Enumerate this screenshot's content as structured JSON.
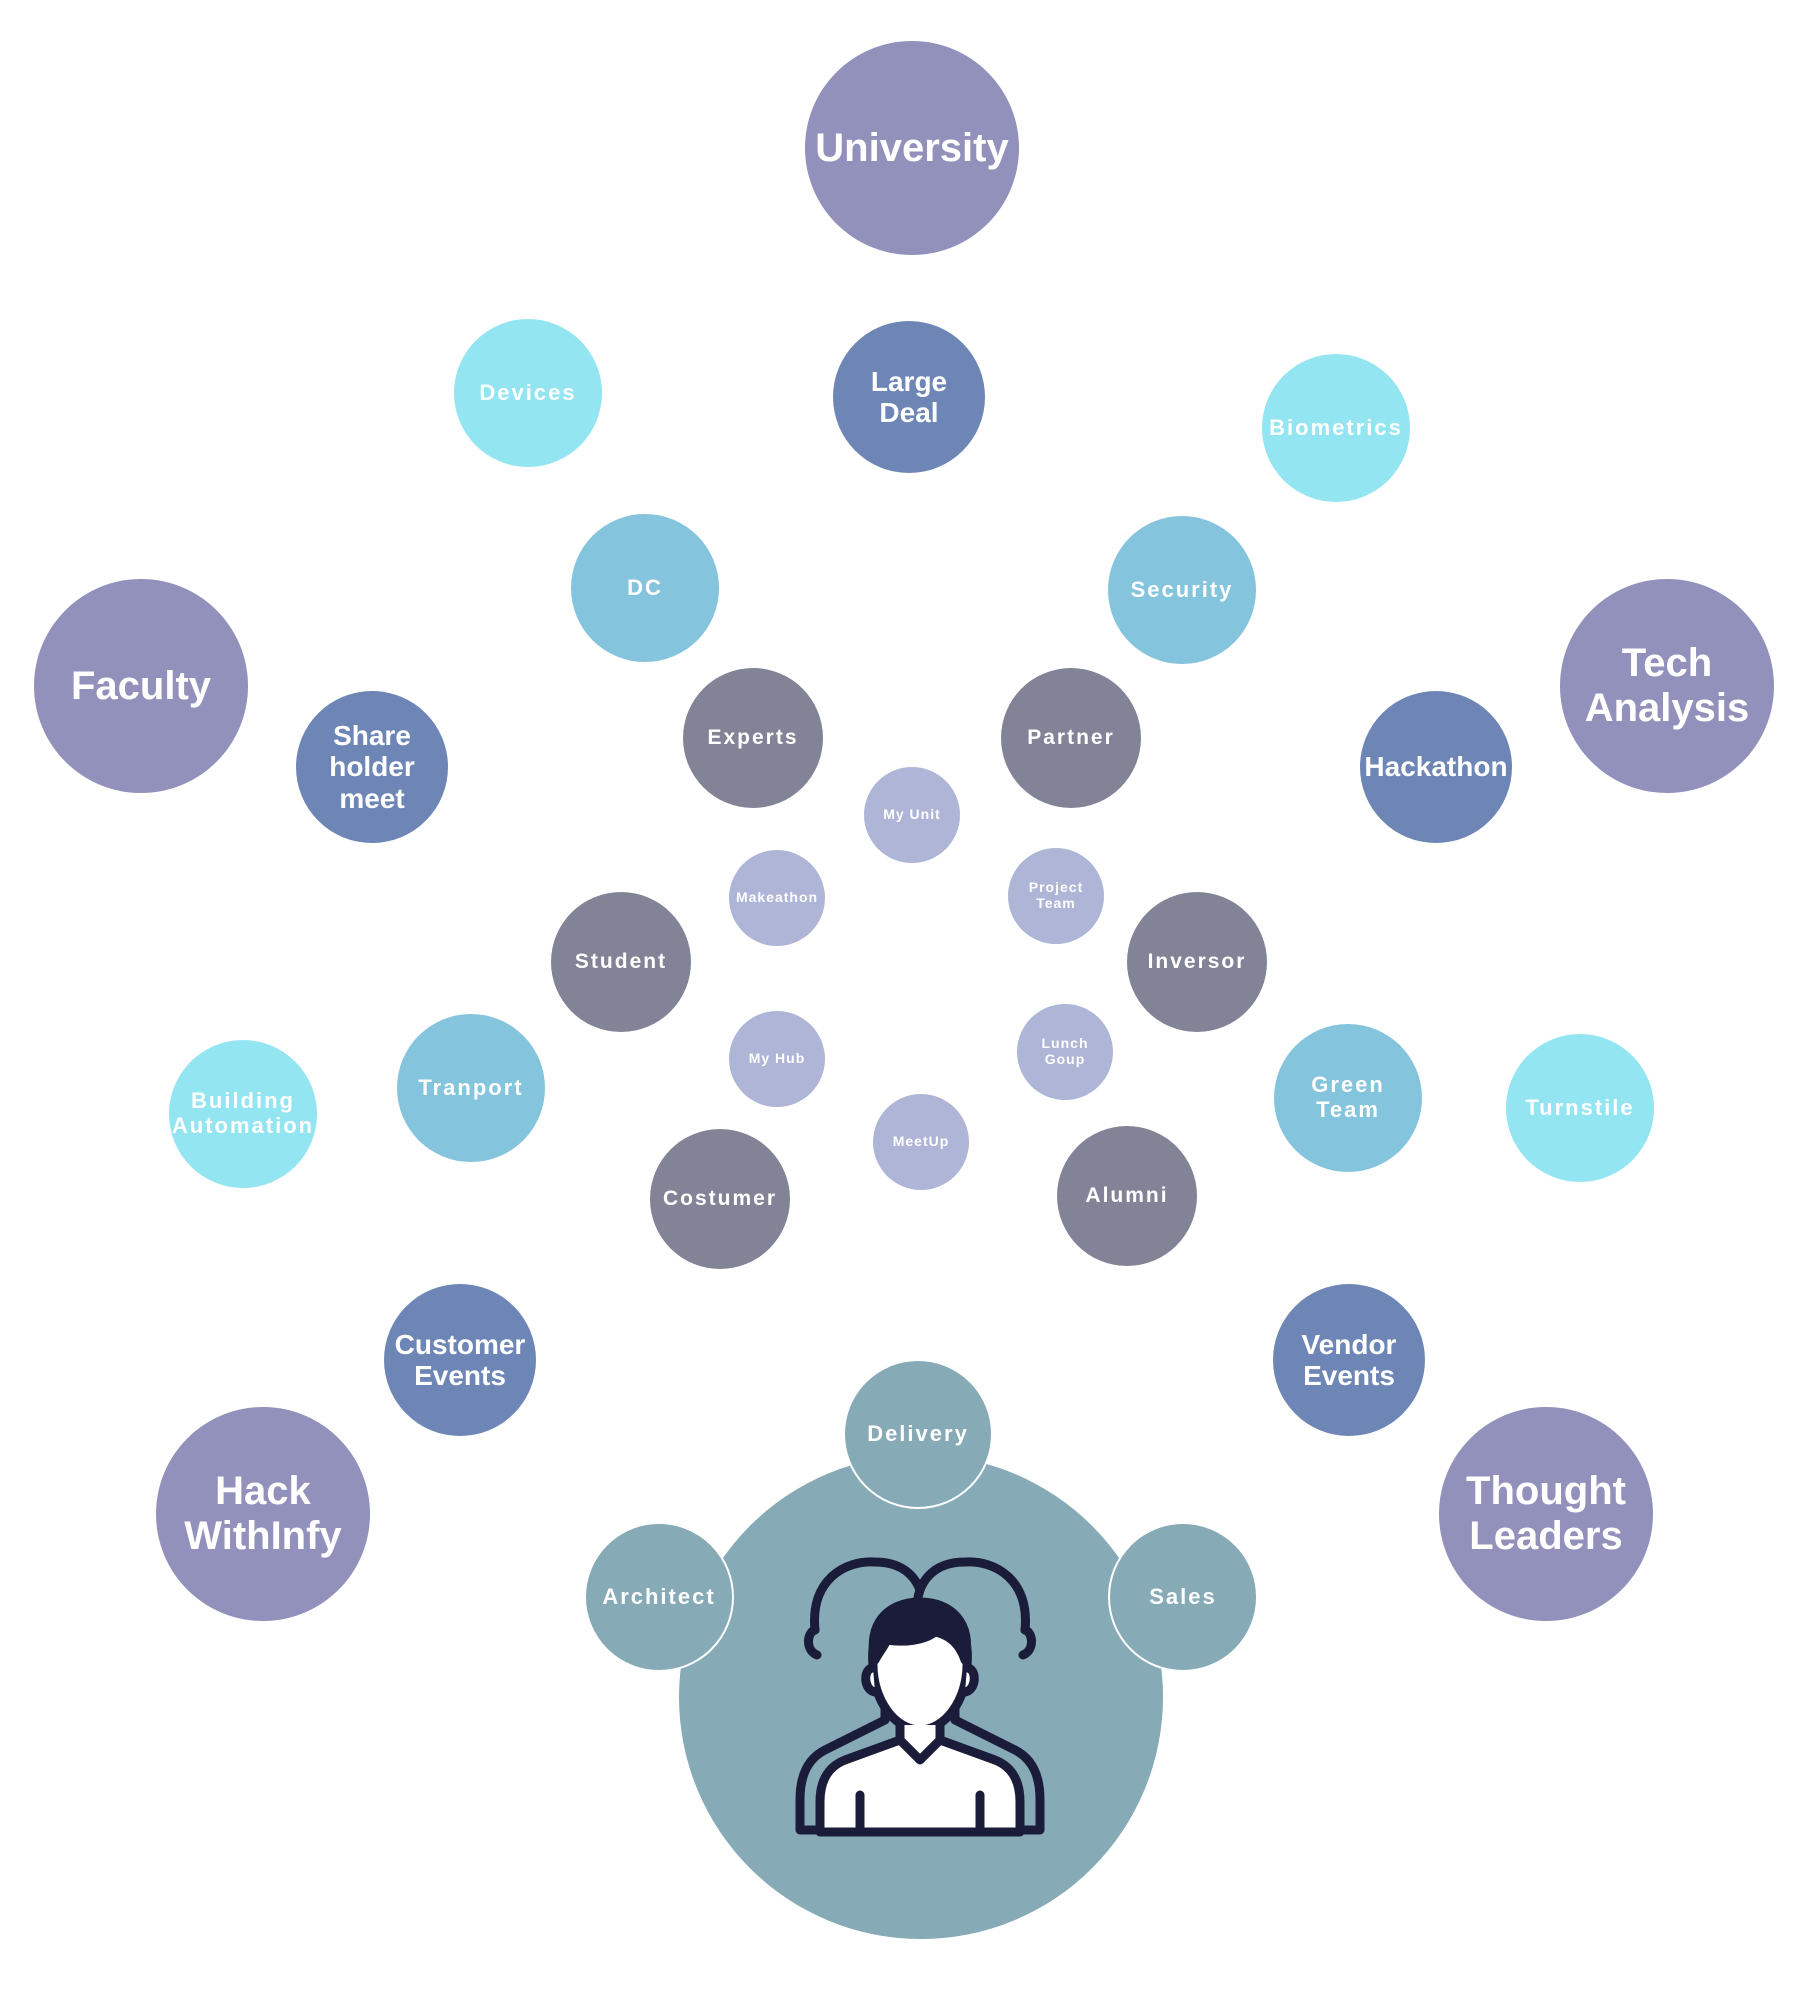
{
  "diagram": {
    "hub": {
      "icon": "people-group-icon"
    },
    "nodes": [
      {
        "id": "university",
        "label": "University",
        "tier": "purple"
      },
      {
        "id": "faculty",
        "label": "Faculty",
        "tier": "purple"
      },
      {
        "id": "tech-analysis",
        "label": "Tech\nAnalysis",
        "tier": "purple"
      },
      {
        "id": "hack-withinfy",
        "label": "Hack\nWithInfy",
        "tier": "purple"
      },
      {
        "id": "thought-leaders",
        "label": "Thought\nLeaders",
        "tier": "purple"
      },
      {
        "id": "large-deal",
        "label": "Large\nDeal",
        "tier": "navy"
      },
      {
        "id": "share-holder-meet",
        "label": "Share\nholder\nmeet",
        "tier": "navy"
      },
      {
        "id": "hackathon",
        "label": "Hackathon",
        "tier": "navy"
      },
      {
        "id": "customer-events",
        "label": "Customer\nEvents",
        "tier": "navy"
      },
      {
        "id": "vendor-events",
        "label": "Vendor\nEvents",
        "tier": "navy"
      },
      {
        "id": "devices",
        "label": "Devices",
        "tier": "cyan"
      },
      {
        "id": "biometrics",
        "label": "Biometrics",
        "tier": "cyan"
      },
      {
        "id": "building-automation",
        "label": "Building\nAutomation",
        "tier": "cyan"
      },
      {
        "id": "turnstile",
        "label": "Turnstile",
        "tier": "cyan"
      },
      {
        "id": "dc",
        "label": "DC",
        "tier": "sky"
      },
      {
        "id": "security",
        "label": "Security",
        "tier": "sky"
      },
      {
        "id": "tranport",
        "label": "Tranport",
        "tier": "sky"
      },
      {
        "id": "green-team",
        "label": "Green\nTeam",
        "tier": "sky"
      },
      {
        "id": "experts",
        "label": "Experts",
        "tier": "slate"
      },
      {
        "id": "partner",
        "label": "Partner",
        "tier": "slate"
      },
      {
        "id": "student",
        "label": "Student",
        "tier": "slate"
      },
      {
        "id": "inversor",
        "label": "Inversor",
        "tier": "slate"
      },
      {
        "id": "costumer",
        "label": "Costumer",
        "tier": "slate"
      },
      {
        "id": "alumni",
        "label": "Alumni",
        "tier": "slate"
      },
      {
        "id": "my-unit",
        "label": "My Unit",
        "tier": "lav"
      },
      {
        "id": "makeathon",
        "label": "Makeathon",
        "tier": "lav"
      },
      {
        "id": "project-team",
        "label": "Project\nTeam",
        "tier": "lav"
      },
      {
        "id": "my-hub",
        "label": "My Hub",
        "tier": "lav"
      },
      {
        "id": "lunch-goup",
        "label": "Lunch\nGoup",
        "tier": "lav"
      },
      {
        "id": "meetup",
        "label": "MeetUp",
        "tier": "lav"
      },
      {
        "id": "delivery",
        "label": "Delivery",
        "tier": "teal"
      },
      {
        "id": "architect",
        "label": "Architect",
        "tier": "teal"
      },
      {
        "id": "sales",
        "label": "Sales",
        "tier": "teal"
      }
    ]
  }
}
